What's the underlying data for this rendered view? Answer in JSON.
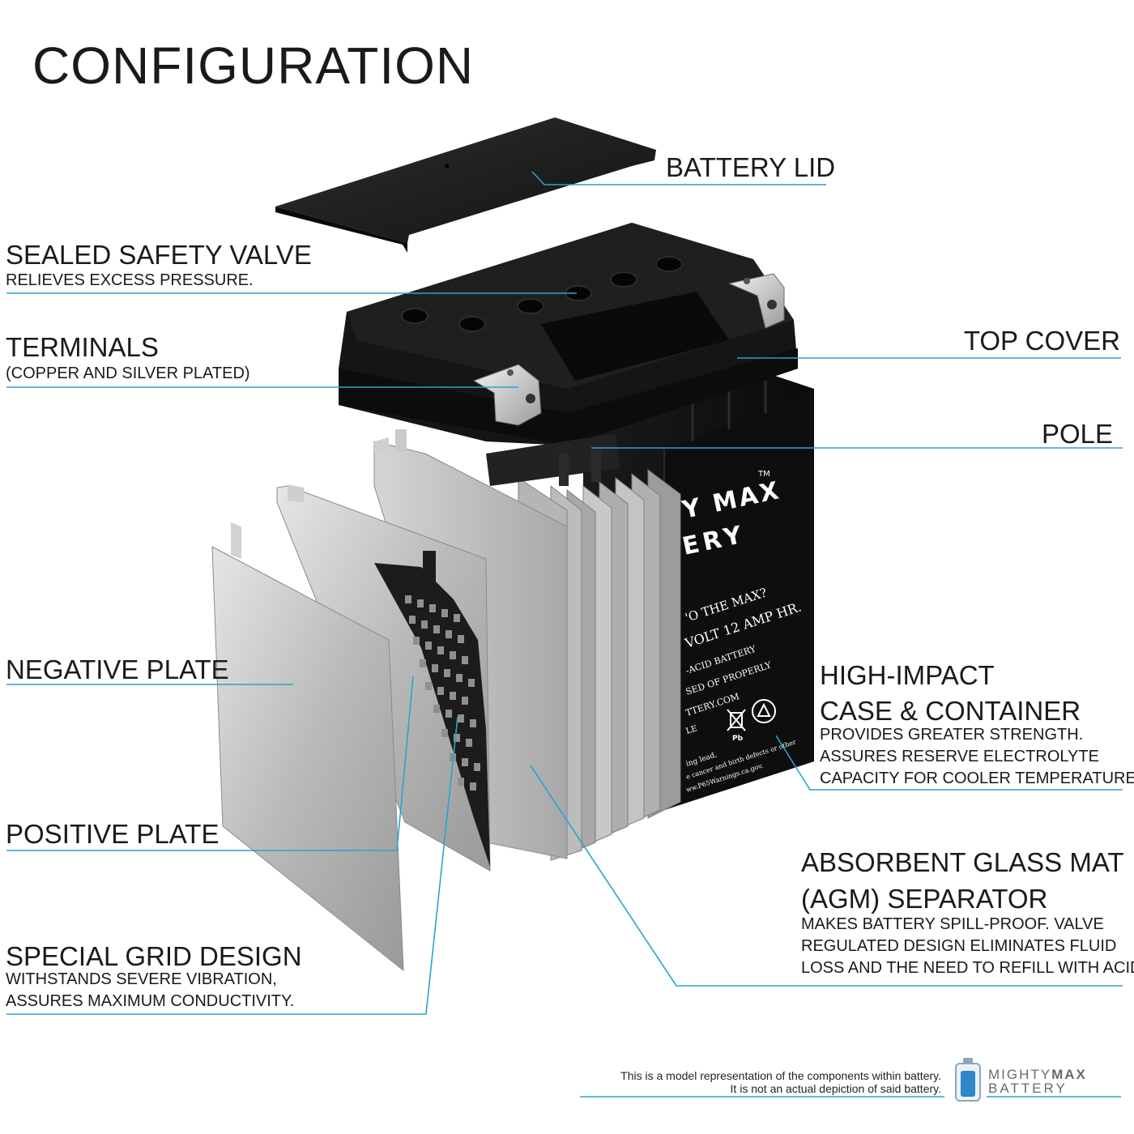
{
  "title": "CONFIGURATION",
  "colors": {
    "leader": "#2aa3cf",
    "ink": "#1a1a1a",
    "plate": "#bdbdbd",
    "case": "#141414"
  },
  "labels": {
    "battery_lid": "BATTERY LID",
    "sealed_valve": {
      "title": "SEALED SAFETY VALVE",
      "desc": "RELIEVES EXCESS PRESSURE."
    },
    "terminals": {
      "title": "TERMINALS",
      "desc": "(COPPER AND SILVER PLATED)"
    },
    "top_cover": "TOP COVER",
    "pole": "POLE",
    "negative_plate": "NEGATIVE PLATE",
    "positive_plate": "POSITIVE PLATE",
    "grid": {
      "title": "SPECIAL GRID DESIGN",
      "desc": [
        "WITHSTANDS SEVERE VIBRATION,",
        "ASSURES MAXIMUM CONDUCTIVITY."
      ]
    },
    "case": {
      "title": [
        "HIGH-IMPACT",
        "CASE & CONTAINER"
      ],
      "desc": [
        "PROVIDES GREATER STRENGTH.",
        "ASSURES RESERVE ELECTROLYTE",
        "CAPACITY FOR COOLER TEMPERATURES."
      ]
    },
    "agm": {
      "title": [
        "ABSORBENT GLASS MAT",
        "(AGM) SEPARATOR"
      ],
      "desc": [
        "MAKES BATTERY SPILL-PROOF. VALVE",
        "REGULATED DESIGN ELIMINATES FLUID",
        "LOSS AND THE NEED TO REFILL WITH ACID."
      ]
    }
  },
  "battery_print": {
    "brand": [
      "Y MAX",
      "ERY"
    ],
    "tm": "TM",
    "lines": [
      "'O THE MAX?",
      "VOLT 12 AMP HR.",
      "-ACID BATTERY",
      "SED OF PROPERLY",
      "TTERY.COM",
      "LE",
      "ing lead,",
      "e cancer and birth defects or other",
      "ww.P65Warnings.ca.gov."
    ],
    "pb": "Pb"
  },
  "footer": {
    "note": [
      "This is a model representation of the components within battery.",
      "It is not an actual depiction of said battery."
    ],
    "logo": {
      "word1": "MIGHTY",
      "word2": "MAX",
      "word3": "BATTERY"
    }
  }
}
